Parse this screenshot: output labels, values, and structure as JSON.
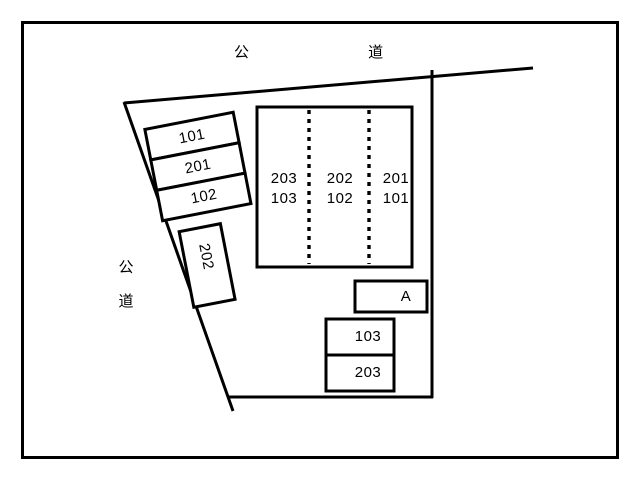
{
  "plan": {
    "title": "site-layout-plan",
    "colors": {
      "line": "#000000",
      "background": "#ffffff"
    },
    "roads": {
      "top_label": "公    道",
      "left_label_line1": "公",
      "left_label_line2": "道"
    },
    "main_building": {
      "units": [
        {
          "upper": "203",
          "lower": "103"
        },
        {
          "upper": "202",
          "lower": "102"
        },
        {
          "upper": "201",
          "lower": "101"
        }
      ]
    },
    "parking_stack": [
      {
        "label": "101"
      },
      {
        "label": "201"
      },
      {
        "label": "102"
      }
    ],
    "parking_single": {
      "label": "202"
    },
    "annex_a": {
      "label": "A"
    },
    "annex_units": [
      {
        "label": "103"
      },
      {
        "label": "203"
      }
    ]
  }
}
